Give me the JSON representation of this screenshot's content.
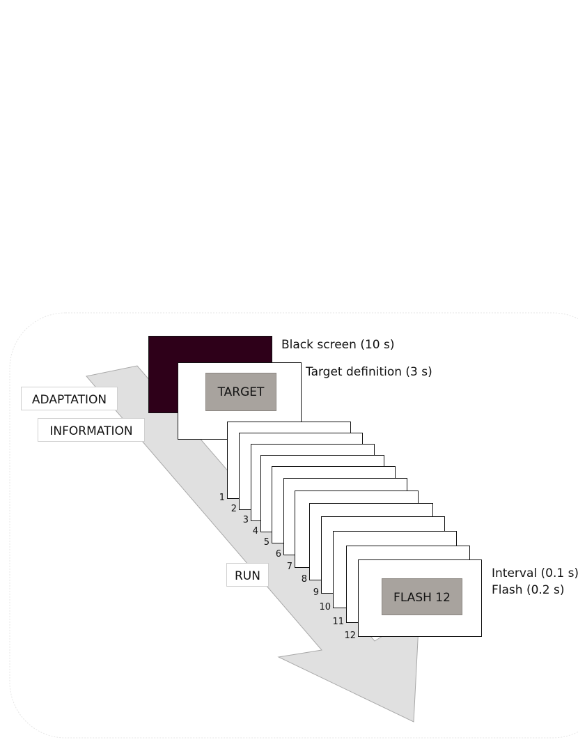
{
  "labels": {
    "black_screen": "Black screen (10 s)",
    "target_definition": "Target definition (3 s)",
    "adaptation": "ADAPTATION",
    "information": "INFORMATION",
    "run": "RUN",
    "target": "TARGET",
    "flash": "FLASH 12",
    "interval": "Interval (0.1 s)",
    "flash_duration": "Flash (0.2 s)"
  },
  "flash_numbers": [
    "1",
    "2",
    "3",
    "4",
    "5",
    "6",
    "7",
    "8",
    "9",
    "10",
    "11",
    "12"
  ],
  "colors": {
    "black_screen": "#2e0019",
    "arrow_fill": "#e0e0e0",
    "arrow_stroke": "#a8a8a8",
    "inner_box": "#a8a39e",
    "frame_stroke": "#111111",
    "panel_border": "#e6e6e6"
  }
}
